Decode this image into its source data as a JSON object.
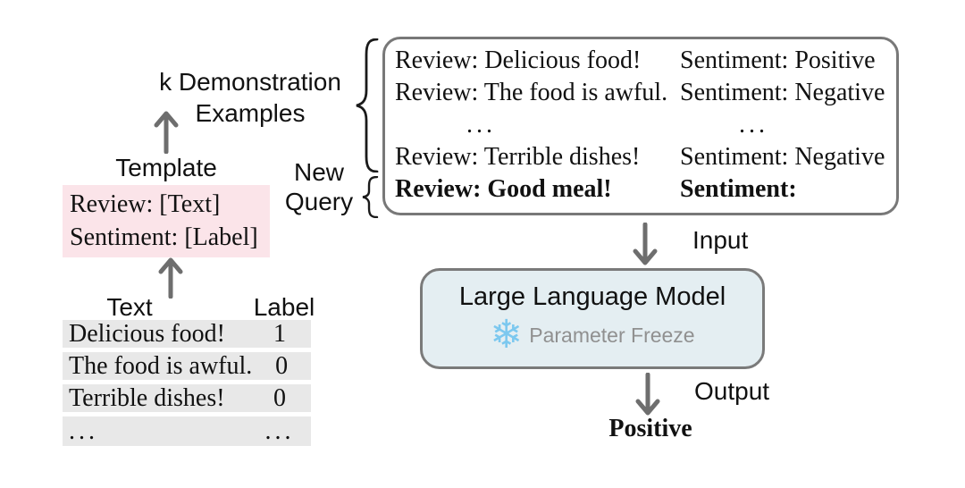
{
  "colors": {
    "template_box_bg": "#fbe4e9",
    "table_row_bg": "#e8e8e8",
    "llm_box_bg": "#e4eef2",
    "box_border": "#787878",
    "arrow_gray": "#6e6e6e",
    "brace_black": "#1a1a1a",
    "subtitle_gray": "#909090",
    "snowflake_blue": "#7cc8ef"
  },
  "left": {
    "demo_label": {
      "line1": "k Demonstration",
      "line2": "Examples"
    },
    "template_label": "Template",
    "template_box": {
      "line1": "Review: [Text]",
      "line2": "Sentiment: [Label]"
    },
    "table": {
      "headers": {
        "text": "Text",
        "label": "Label"
      },
      "rows": [
        {
          "text": "Delicious food!",
          "label": "1"
        },
        {
          "text": "The food is awful.",
          "label": "0"
        },
        {
          "text": "Terrible dishes!",
          "label": "0"
        },
        {
          "text": "...",
          "label": "..."
        }
      ]
    }
  },
  "middle": {
    "new_query": {
      "line1": "New",
      "line2": "Query"
    }
  },
  "prompt_box": {
    "lines": [
      {
        "review": "Review: Delicious food!",
        "sentiment": "Sentiment: Positive"
      },
      {
        "review": "Review: The food is awful.",
        "sentiment": "Sentiment: Negative"
      },
      {
        "review": "...",
        "sentiment": "..."
      },
      {
        "review": "Review: Terrible dishes!",
        "sentiment": "Sentiment: Negative"
      },
      {
        "review": "Review: Good meal!",
        "sentiment": "Sentiment:"
      }
    ]
  },
  "flow": {
    "input_label": "Input",
    "output_label": "Output",
    "result": "Positive"
  },
  "llm": {
    "title": "Large Language Model",
    "subtitle": "Parameter Freeze",
    "snowflake_icon": "❄"
  }
}
